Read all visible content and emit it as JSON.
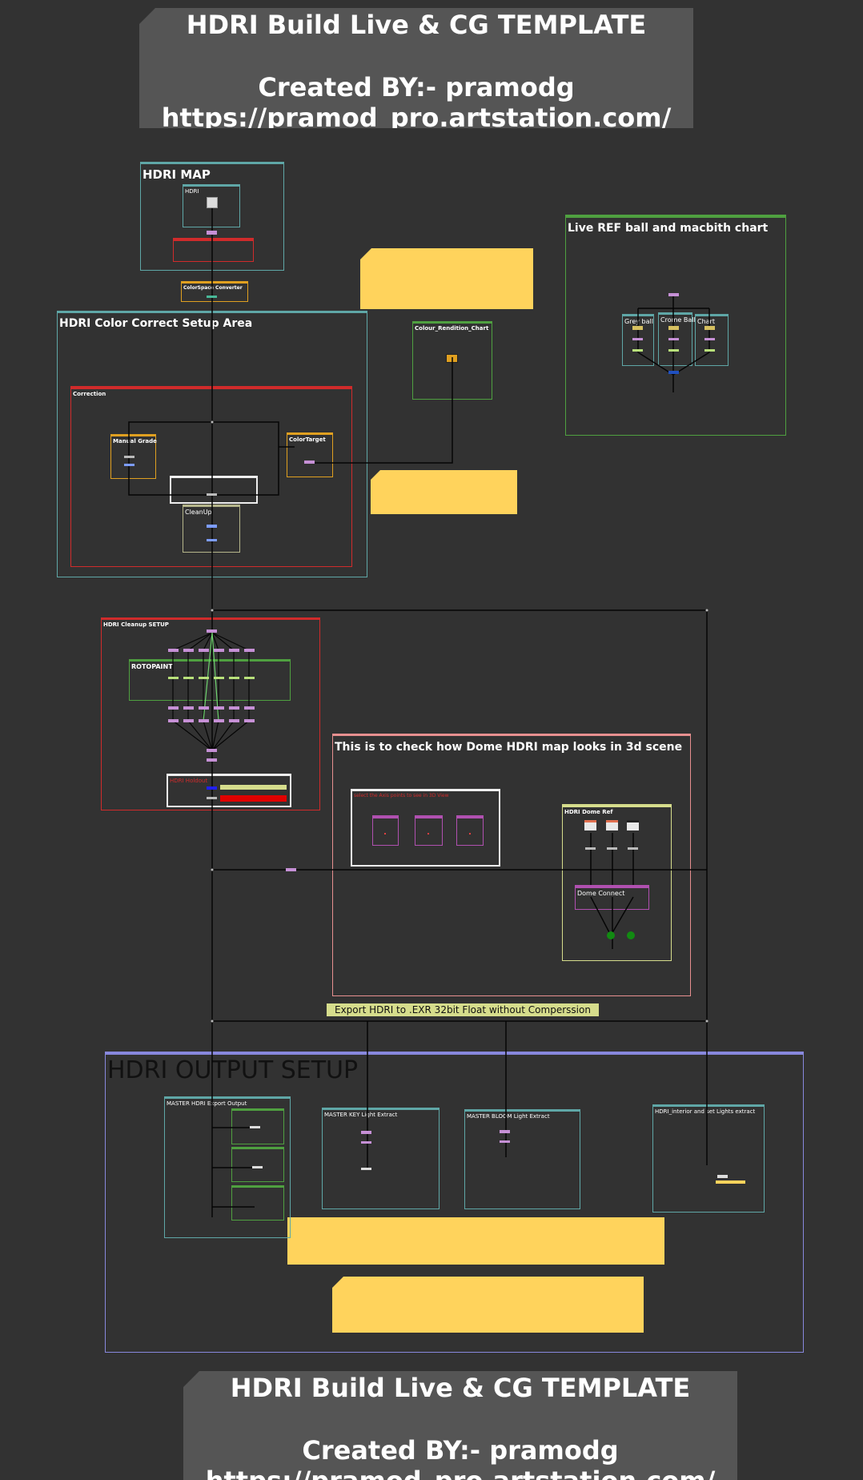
{
  "sticky_top": {
    "line1": "HDRI Build Live & CG TEMPLATE",
    "line2": "Created BY:- pramodg",
    "line3": "https://pramod_pro.artstation.com/"
  },
  "sticky_bottom": {
    "line1": "HDRI Build Live & CG TEMPLATE",
    "line2": "Created BY:- pramodg",
    "line3": "https://pramod_pro.artstation.com/"
  },
  "backdrops": {
    "hdri_map": "HDRI MAP",
    "hdri_inner": "HDRI",
    "colorspace": "ColorSpace  Converter",
    "color_correct": "HDRI Color Correct Setup Area",
    "correction": "Correction",
    "manual_grade": "Manual Grade",
    "color_target": "ColorTarget",
    "cleanup": "CleanUp",
    "colour_rendition": "Colour_Rendition_Chart",
    "live_ref": "Live REF ball and macbith chart",
    "grey_ball": "Grey ball",
    "chrome_ball": "Crome Ball",
    "chart": "Chart",
    "cleanup_setup": "HDRI Cleanup SETUP",
    "rotopaint": "ROTOPAINT",
    "hdri_holdout": "HDRI Holdout",
    "dome_check": "This is to check how Dome HDRI map looks in 3d scene",
    "select_cards": "select the Axis points to see in 3D View",
    "dome_ref": "HDRI Dome Ref",
    "dome_connect": "Dome Connect",
    "output_setup": "HDRI OUTPUT SETUP",
    "master_export": "MASTER HDRI Export Output",
    "master_key": "MASTER KEY Light Extract",
    "master_bloom": "MASTER BLOOM Light Extract",
    "interior_lights": "HDRI_interior and set Lights extract"
  },
  "export_label": "Export HDRI to .EXR 32bit Float without Comperssion",
  "colors": {
    "canvas": "#323232",
    "sticky": "#555555",
    "note_yellow": "#ffd35c",
    "teal": "#5fa7a7",
    "red": "#d02b2b",
    "orange": "#e0a020",
    "green": "#4fa040",
    "pink": "#e89090",
    "periwinkle": "#8888dd"
  }
}
